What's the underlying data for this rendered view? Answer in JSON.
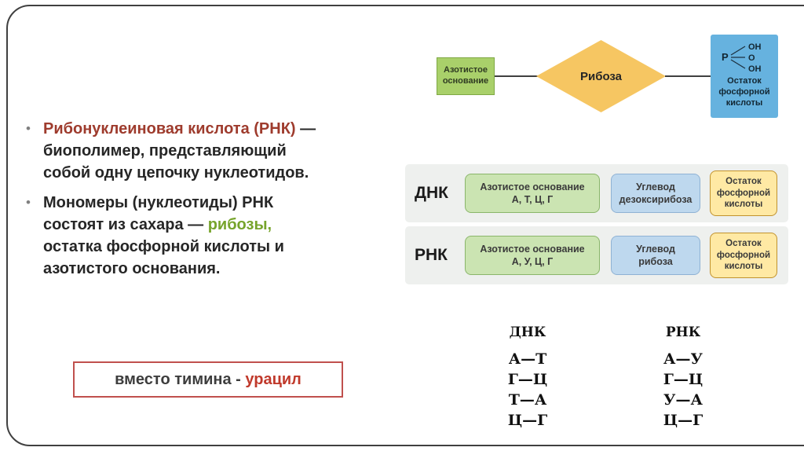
{
  "colors": {
    "title_red": "#9e3b2d",
    "ribose_green": "#77a42c",
    "uracil_red": "#c0392b",
    "note_border_red": "#c0504d",
    "body_text": "#262626",
    "top_base_green_fill": "#a9d06a",
    "diamond_yellow": "#f6c662",
    "phosphate_blue": "#66b2df",
    "cell_green_fill": "#cbe4b2",
    "cell_blue_fill": "#bed8ee",
    "cell_yellow_fill": "#ffe9a4",
    "panel_gray": "#eef0ee",
    "frame_gray": "#404040"
  },
  "bullet_marker": "•",
  "bullets": [
    {
      "lead": "Рибонуклеиновая кислота (РНК)",
      "rest": " — биополимер, представляющий собой одну цепочку нуклеотидов."
    },
    {
      "pre": "Мономеры (нуклеотиды) РНК состоят из сахара — ",
      "highlight": "рибозы,",
      "post": " остатка фосфорной кислоты и азотистого основания."
    }
  ],
  "note_box": {
    "text": "вместо тимина - ",
    "highlight": "урацил"
  },
  "top_diagram": {
    "base_label": "Азотистое основание",
    "sugar_label": "Рибоза",
    "formula": {
      "p": "P",
      "oh_top": "OH",
      "o": "O",
      "oh_bottom": "OH"
    },
    "phosphate_label": "Остаток фосфорной кислоты"
  },
  "comparison": {
    "rows": [
      {
        "name": "ДНК",
        "base": {
          "line1": "Азотистое основание",
          "line2": "А, Т, Ц, Г"
        },
        "sugar": {
          "line1": "Углевод",
          "line2": "дезоксирибоза"
        },
        "phosphate": "Остаток фосфорной кислоты"
      },
      {
        "name": "РНК",
        "base": {
          "line1": "Азотистое основание",
          "line2": "А, У, Ц, Г"
        },
        "sugar": {
          "line1": "Углевод",
          "line2": "рибоза"
        },
        "phosphate": "Остаток фосфорной кислоты"
      }
    ]
  },
  "pairing": {
    "columns": [
      {
        "title": "ДНК",
        "pairs": [
          "А—Т",
          "Г—Ц",
          "Т—А",
          "Ц—Г"
        ]
      },
      {
        "title": "РНК",
        "pairs": [
          "А—У",
          "Г—Ц",
          "У—А",
          "Ц—Г"
        ]
      }
    ]
  }
}
